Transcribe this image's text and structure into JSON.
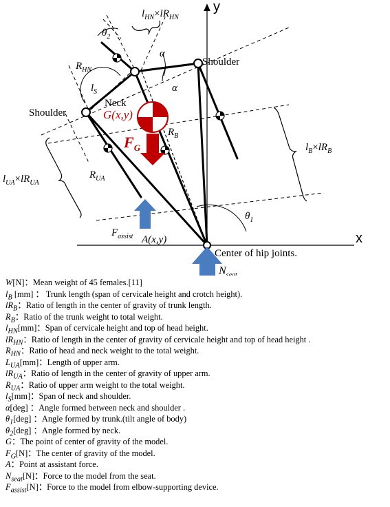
{
  "diagram": {
    "axis_x": "x",
    "axis_y": "y",
    "shoulder_right": "Shoulder",
    "shoulder_left": "Shoulder",
    "neck": "Neck",
    "g_point": "G(x,y)",
    "fg": "F",
    "fg_sub": "G",
    "rb": "R",
    "rb_sub": "B",
    "rhn": "R",
    "rhn_sub": "HN",
    "rua": "R",
    "rua_sub": "UA",
    "ls": "l",
    "ls_sub": "S",
    "theta2": "θ",
    "theta2_sub": "2",
    "theta1": "θ",
    "theta1_sub": "1",
    "alpha_upper": "α",
    "alpha_lower": "α",
    "lhn_a": "l",
    "lhn_a_sub": "HN",
    "lhn_b": "lR",
    "lhn_b_sub": "HN",
    "lb_a": "l",
    "lb_a_sub": "B",
    "lb_b": "lR",
    "lb_b_sub": "B",
    "lua_a": "l",
    "lua_a_sub": "UA",
    "lua_b": "lR",
    "lua_b_sub": "UA",
    "times": "×",
    "fassist": "F",
    "fassist_sub": "assist",
    "a_point": "A(x,y)",
    "hip": "Center of hip joints.",
    "nseat": "N",
    "nseat_sub": "seat",
    "colors": {
      "red": "#c00000",
      "blue": "#4a7dbf"
    }
  },
  "legend": [
    {
      "sym": "W",
      "sub": "",
      "text": "[N]：Mean weight of 45 females.[11]"
    },
    {
      "sym": "l",
      "sub": "B",
      "text": " [mm] ： Trunk length (span of cervicale height and crotch height)."
    },
    {
      "sym": "lR",
      "sub": "B",
      "text": "：Ratio of length in the center of gravity of trunk length."
    },
    {
      "sym": "R",
      "sub": "B",
      "text": "：Ratio of the trunk weight to total weight."
    },
    {
      "sym": "l",
      "sub": "HN",
      "text": "[mm]：Span of cervicale height and top of head height."
    },
    {
      "sym": "lR",
      "sub": "HN",
      "text": "：Ratio of length in the center of gravity of cervicale height and top of head height ."
    },
    {
      "sym": "R",
      "sub": "HN",
      "text": "：Ratio of  head and neck weight to the total weight."
    },
    {
      "sym": "L",
      "sub": "UA",
      "text": "[mm]：Length of upper arm."
    },
    {
      "sym": "lR",
      "sub": "UA",
      "text": "：Ratio of length in the center of gravity of  upper arm."
    },
    {
      "sym": "R",
      "sub": "UA",
      "text": "：Ratio of upper arm weight to the total weight."
    },
    {
      "sym": "l",
      "sub": "S",
      "text": "[mm]：Span of  neck and shoulder."
    },
    {
      "sym": "α",
      "sub": "",
      "text": "[deg] ：Angle formed between neck and shoulder ."
    },
    {
      "sym": "θ",
      "sub": "1",
      "text": "[deg] ：Angle formed by trunk.(tilt angle of body)"
    },
    {
      "sym": "θ",
      "sub": "2",
      "text": "[deg] ：Angle formed by neck."
    },
    {
      "sym": "G",
      "sub": "",
      "text": "：The point of center of gravity of the model."
    },
    {
      "sym": "F",
      "sub": "G",
      "text": "[N]：The center of gravity of the model."
    },
    {
      "sym": "A",
      "sub": "",
      "text": "：Point at assistant force."
    },
    {
      "sym": "N",
      "sub": "seat",
      "text": "[N]：Force to the model from the seat."
    },
    {
      "sym": "F",
      "sub": "assist",
      "text": "[N]：Force to the model from elbow-supporting device."
    }
  ]
}
